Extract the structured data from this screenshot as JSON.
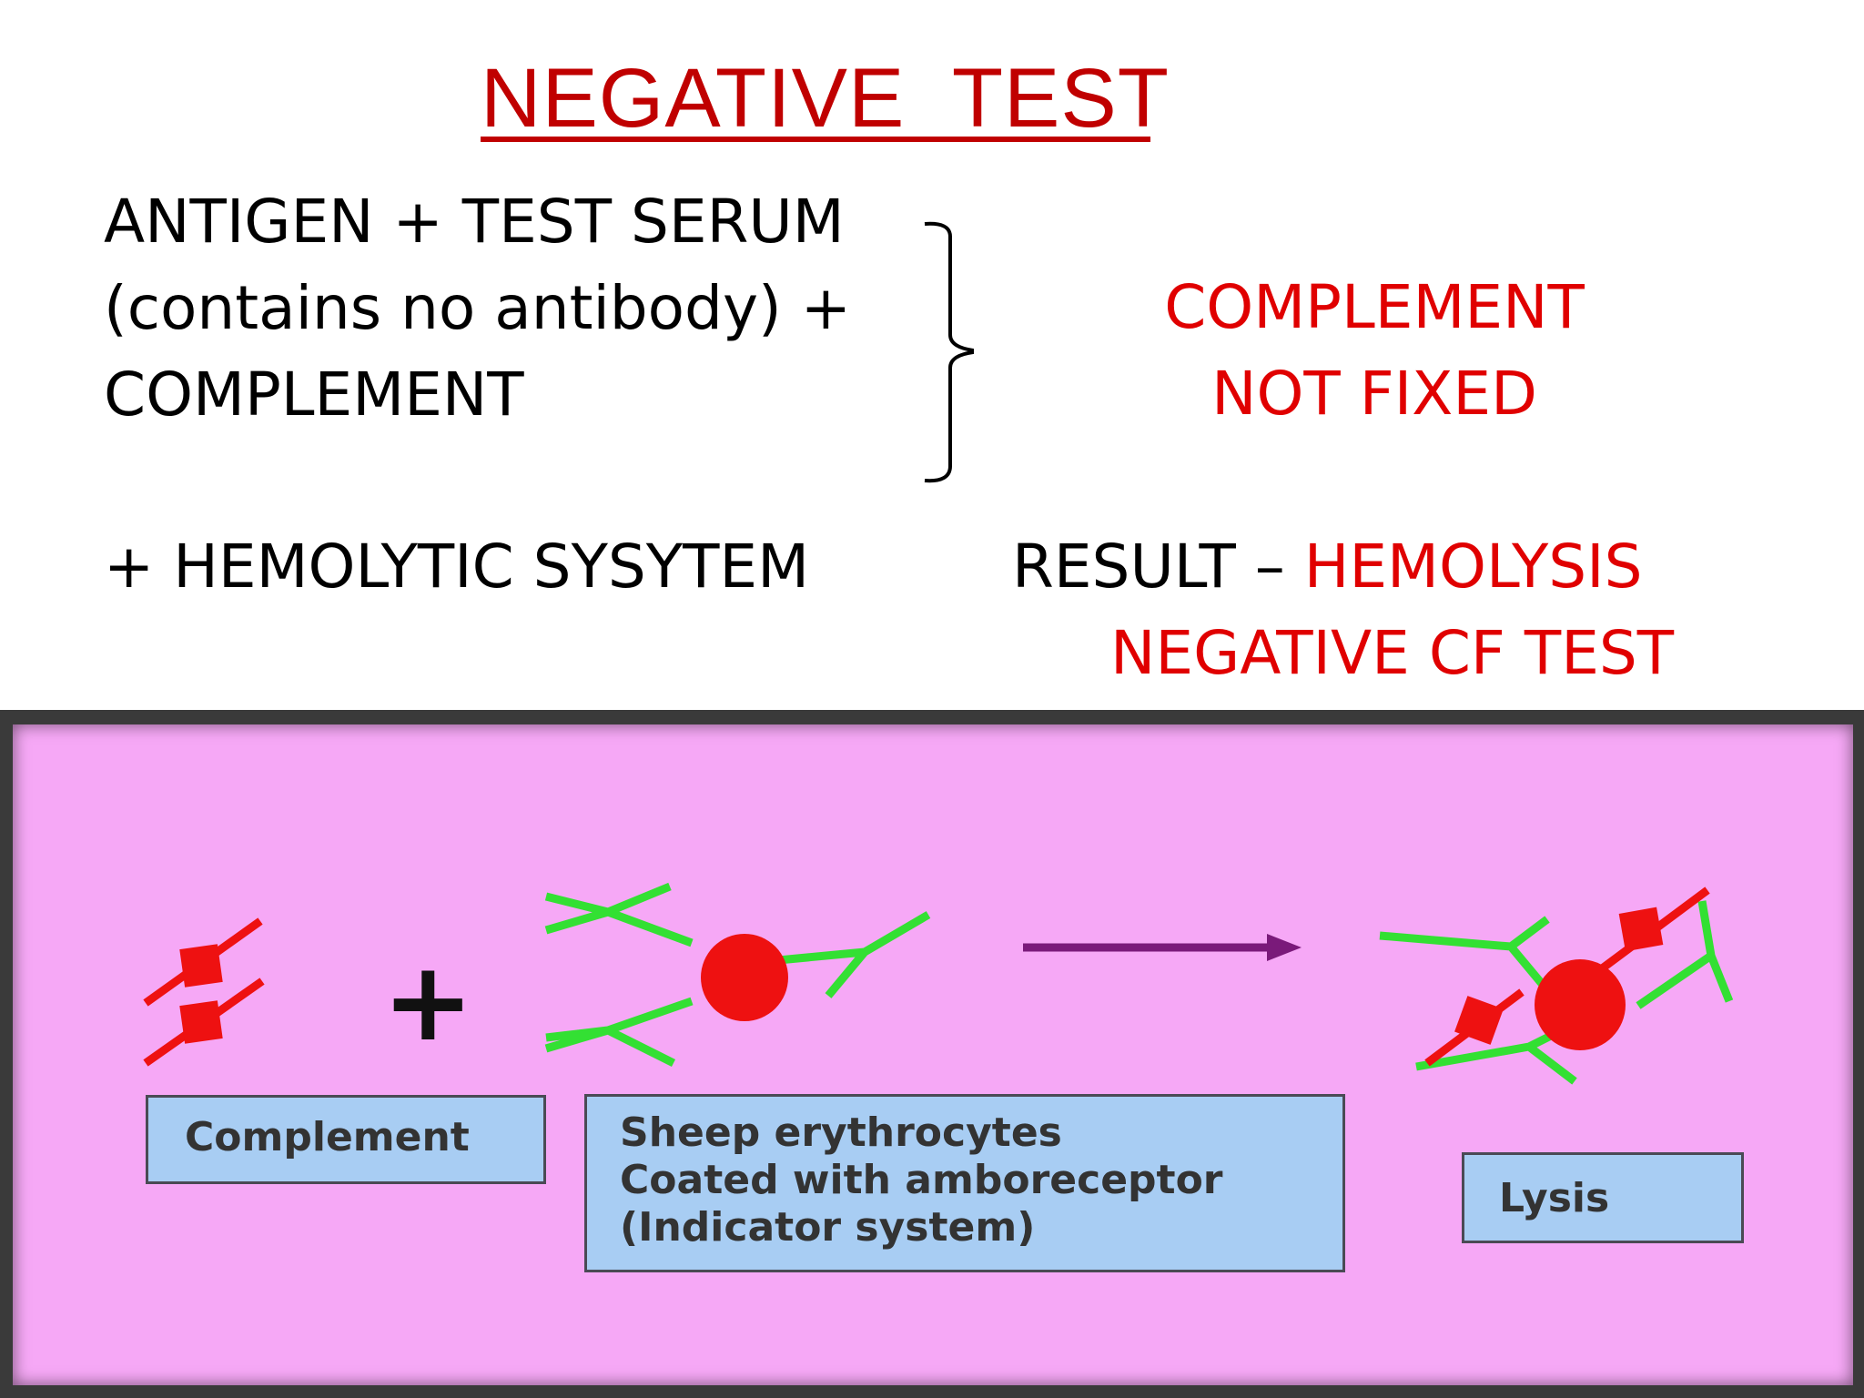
{
  "slide": {
    "title": "NEGATIVE  TEST",
    "reaction_lines": [
      "ANTIGEN + TEST SERUM",
      "(contains no antibody) +",
      "COMPLEMENT"
    ],
    "hemolytic_line": "+ HEMOLYTIC SYSYTEM",
    "outcome_lines": [
      "COMPLEMENT",
      "NOT FIXED"
    ],
    "result_prefix": "RESULT – ",
    "result_value": "HEMOLYSIS",
    "result_conclusion": "NEGATIVE CF TEST"
  },
  "diagram": {
    "plus_sign": "+",
    "complement_label": "Complement",
    "sheep_label_lines": [
      "Sheep erythrocytes",
      "Coated with amboreceptor",
      "(Indicator system)"
    ],
    "lysis_label": "Lysis"
  },
  "colors": {
    "title_red": "#c00000",
    "text_red": "#e00000",
    "panel_pink": "#f6a8f6",
    "label_blue": "#a8cdf3",
    "antibody_green": "#33e033",
    "complement_red": "#ee1111",
    "arrow_purple": "#7a1a7a"
  }
}
